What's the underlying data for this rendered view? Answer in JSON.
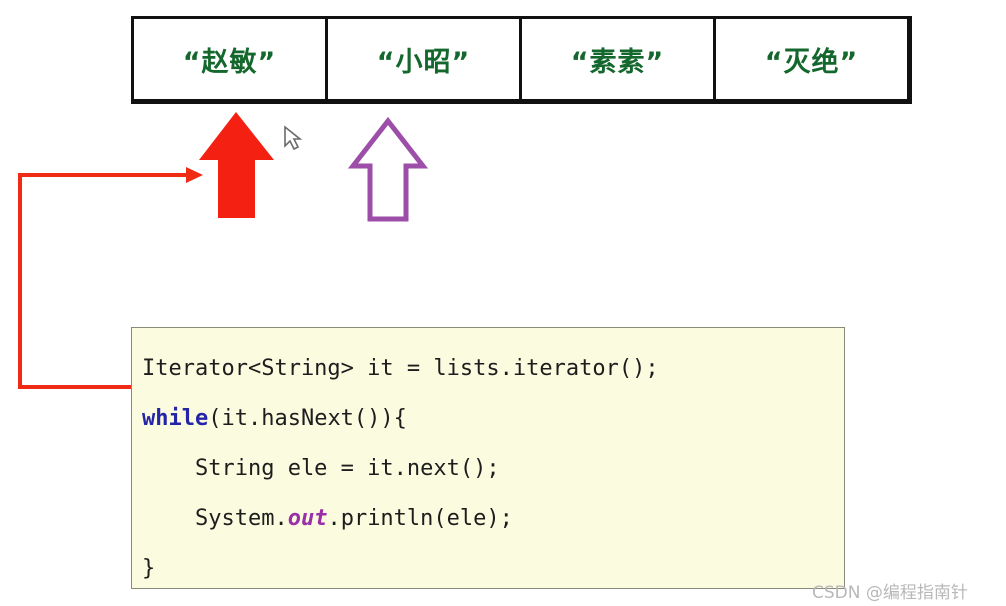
{
  "collection": {
    "name": "lists",
    "cells": [
      {
        "label": "“赵敏”"
      },
      {
        "label": "“小昭”"
      },
      {
        "label": "“素素”"
      },
      {
        "label": "“灭绝”"
      }
    ]
  },
  "annotations": {
    "red_arrow": {
      "name": "red-up-arrow",
      "color": "#f42011"
    },
    "purple_arrow": {
      "name": "purple-outline-up-arrow",
      "color": "#9c4ea8"
    },
    "red_connector": {
      "name": "red-connector-line",
      "color": "#ef2b16"
    },
    "cursor": {
      "name": "mouse-cursor",
      "color": "#6b6b6b"
    }
  },
  "code": {
    "lines": [
      {
        "segments": [
          {
            "text": "Iterator<String> it = lists.iterator();",
            "style": "plain"
          }
        ]
      },
      {
        "segments": [
          {
            "text": "while",
            "style": "keyword"
          },
          {
            "text": "(it.hasNext()){",
            "style": "plain"
          }
        ]
      },
      {
        "segments": [
          {
            "text": "    String ele = it.next();",
            "style": "plain"
          }
        ]
      },
      {
        "segments": [
          {
            "text": "    System.",
            "style": "plain"
          },
          {
            "text": "out",
            "style": "field"
          },
          {
            "text": ".println(ele);",
            "style": "plain"
          }
        ]
      },
      {
        "segments": [
          {
            "text": "}",
            "style": "plain"
          }
        ]
      }
    ]
  },
  "watermark": {
    "text": "CSDN @编程指南针"
  },
  "colors": {
    "cell_text": "#15682d",
    "table_border": "#111111",
    "code_background": "#fbfbe0",
    "code_border": "#8a8a78",
    "keyword": "#2525a8",
    "field": "#9b2fa8",
    "red": "#f42011",
    "purple": "#9c4ea8",
    "watermark": "#b8b8b8"
  }
}
